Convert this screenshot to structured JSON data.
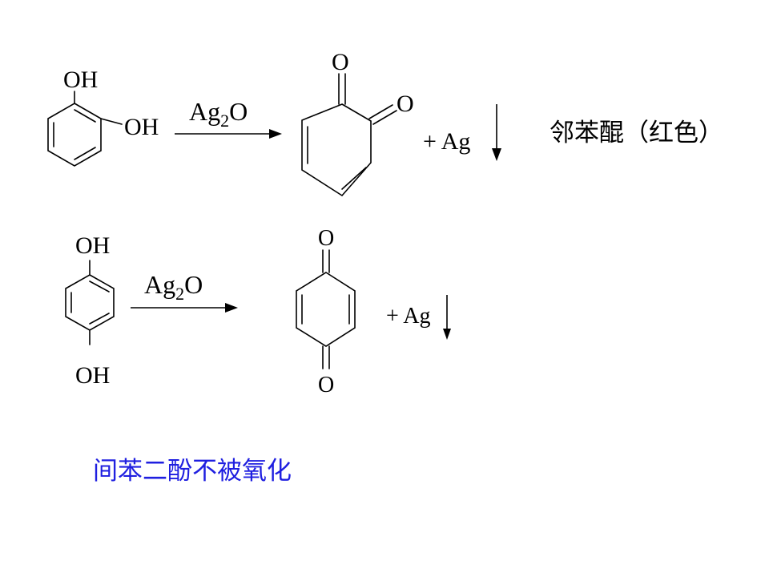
{
  "reaction1": {
    "reactant_substituent_1": "OH",
    "reactant_substituent_2": "OH",
    "reagent": "Ag",
    "reagent_subscript": "2",
    "reagent_tail": "O",
    "product_oxygen_1": "O",
    "product_oxygen_2": "O",
    "byproduct": "+ Ag",
    "product_name": "邻苯醌（红色）",
    "product_name_color": "#000000"
  },
  "reaction2": {
    "reactant_substituent_top": "OH",
    "reactant_substituent_bottom": "OH",
    "reagent": "Ag",
    "reagent_subscript": "2",
    "reagent_tail": "O",
    "product_oxygen_top": "O",
    "product_oxygen_bottom": "O",
    "byproduct": "+ Ag"
  },
  "note": {
    "text": "间苯二酚不被氧化",
    "color": "#1f1fe0"
  }
}
